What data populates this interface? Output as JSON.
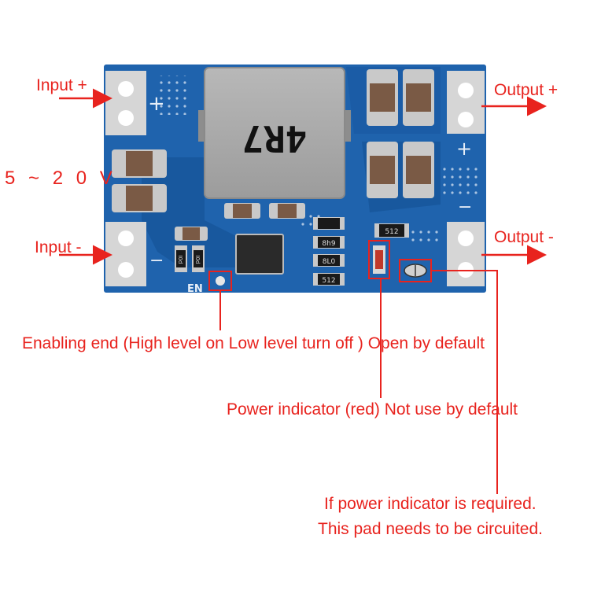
{
  "labels": {
    "input_plus": "Input +",
    "input_minus": "Input -",
    "voltage_range": "5 ~ 2 0 V",
    "output_plus": "Output +",
    "output_minus": "Output -"
  },
  "board": {
    "inductor_marking": "4R7",
    "en_label": "EN",
    "plus_sign": "+",
    "minus_sign": "−",
    "resistor_codes": [
      "512",
      "8h9",
      "8L0",
      "512"
    ],
    "small_codes": [
      "I0d",
      "I0d"
    ]
  },
  "annotations": {
    "enable_pin": "Enabling end (High level on Low level turn off ) Open by default",
    "power_indicator": "Power indicator (red) Not use by default",
    "pad_line1": "If power indicator is required.",
    "pad_line2": "This pad needs to be circuited."
  },
  "colors": {
    "pcb_blue": "#1f63ad",
    "pcb_dark": "#174f91",
    "annotation_red": "#e8231e",
    "pad_silver": "#d6d6d6",
    "cap_brown": "#7a5a45",
    "inductor_gray": "#a9a9a9"
  }
}
